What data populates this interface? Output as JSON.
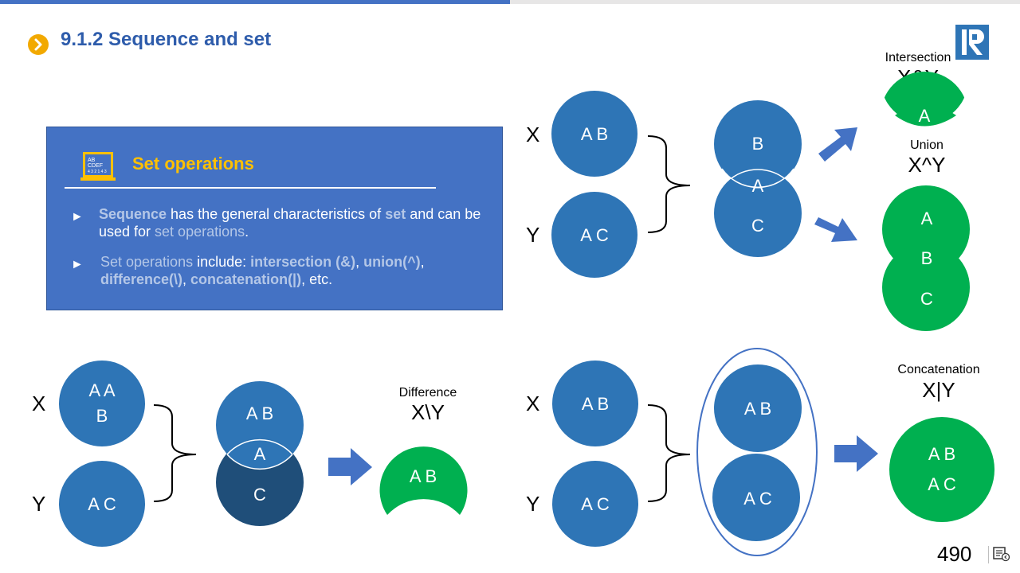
{
  "colors": {
    "accent_blue": "#4472c4",
    "circle_blue": "#2e75b6",
    "dark_blue": "#1f4e79",
    "green": "#00b050",
    "title_blue": "#2e5cab",
    "gold": "#ffc000"
  },
  "header": {
    "title": "9.1.2 Sequence and set",
    "bullet_icon": "chevron-right-icon",
    "logo_icon": "r-logo-icon"
  },
  "card": {
    "icon": "chalkboard-icon",
    "icon_text_1": "AB",
    "icon_text_2": "CDEF",
    "icon_text_3": "4 3 2 1 4 3",
    "title": "Set operations",
    "bullet1": {
      "w1": "Sequence",
      "t1": " has the general characteristics of ",
      "w2": "set",
      "t2": " and can be used for ",
      "w3": "set operations",
      "t3": "."
    },
    "bullet2": {
      "w1": "Set operations",
      "t1": " include: ",
      "w2": "intersection (&)",
      "t2": ", ",
      "w3": "union(^)",
      "t3": ", ",
      "w4": "difference(\\)",
      "t4": ", ",
      "w5": "concatenation(|)",
      "t5": ", etc."
    }
  },
  "labels": {
    "x": "X",
    "y": "Y",
    "a": "A",
    "b": "B",
    "c": "C",
    "ab": "A   B",
    "ac": "A   C",
    "aa": "A   A",
    "intersection": "Intersection",
    "intersection_expr": "X&Y",
    "union": "Union",
    "union_expr": "X^Y",
    "difference": "Difference",
    "difference_expr": "X\\Y",
    "concatenation": "Concatenation",
    "concatenation_expr": "X|Y"
  },
  "footer": {
    "page_number": "490",
    "nav_icon": "slide-nav-icon"
  }
}
